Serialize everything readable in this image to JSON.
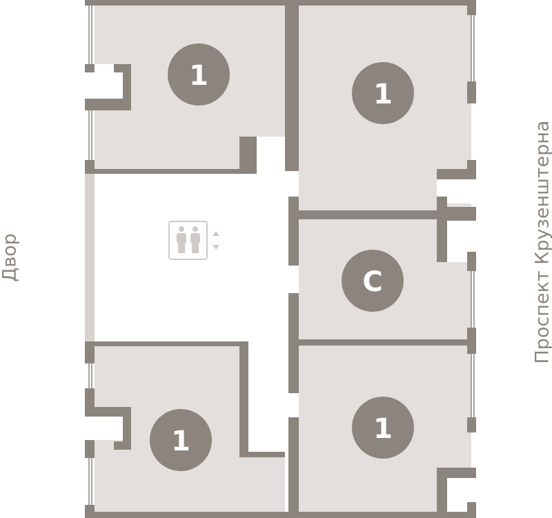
{
  "colors": {
    "wall": "#8c857d",
    "room": "#e3dfdc",
    "lobby_strip": "#d6d1cc",
    "icon": "#cfcac5",
    "label": "#8c857d"
  },
  "sides": {
    "left": "Двор",
    "right": "Проспект Крузенштерна"
  },
  "apartments": [
    {
      "label": "1"
    },
    {
      "label": "1"
    },
    {
      "label": "С"
    },
    {
      "label": "1"
    },
    {
      "label": "1"
    }
  ],
  "lobby": {
    "icon": "elevator-icon"
  }
}
